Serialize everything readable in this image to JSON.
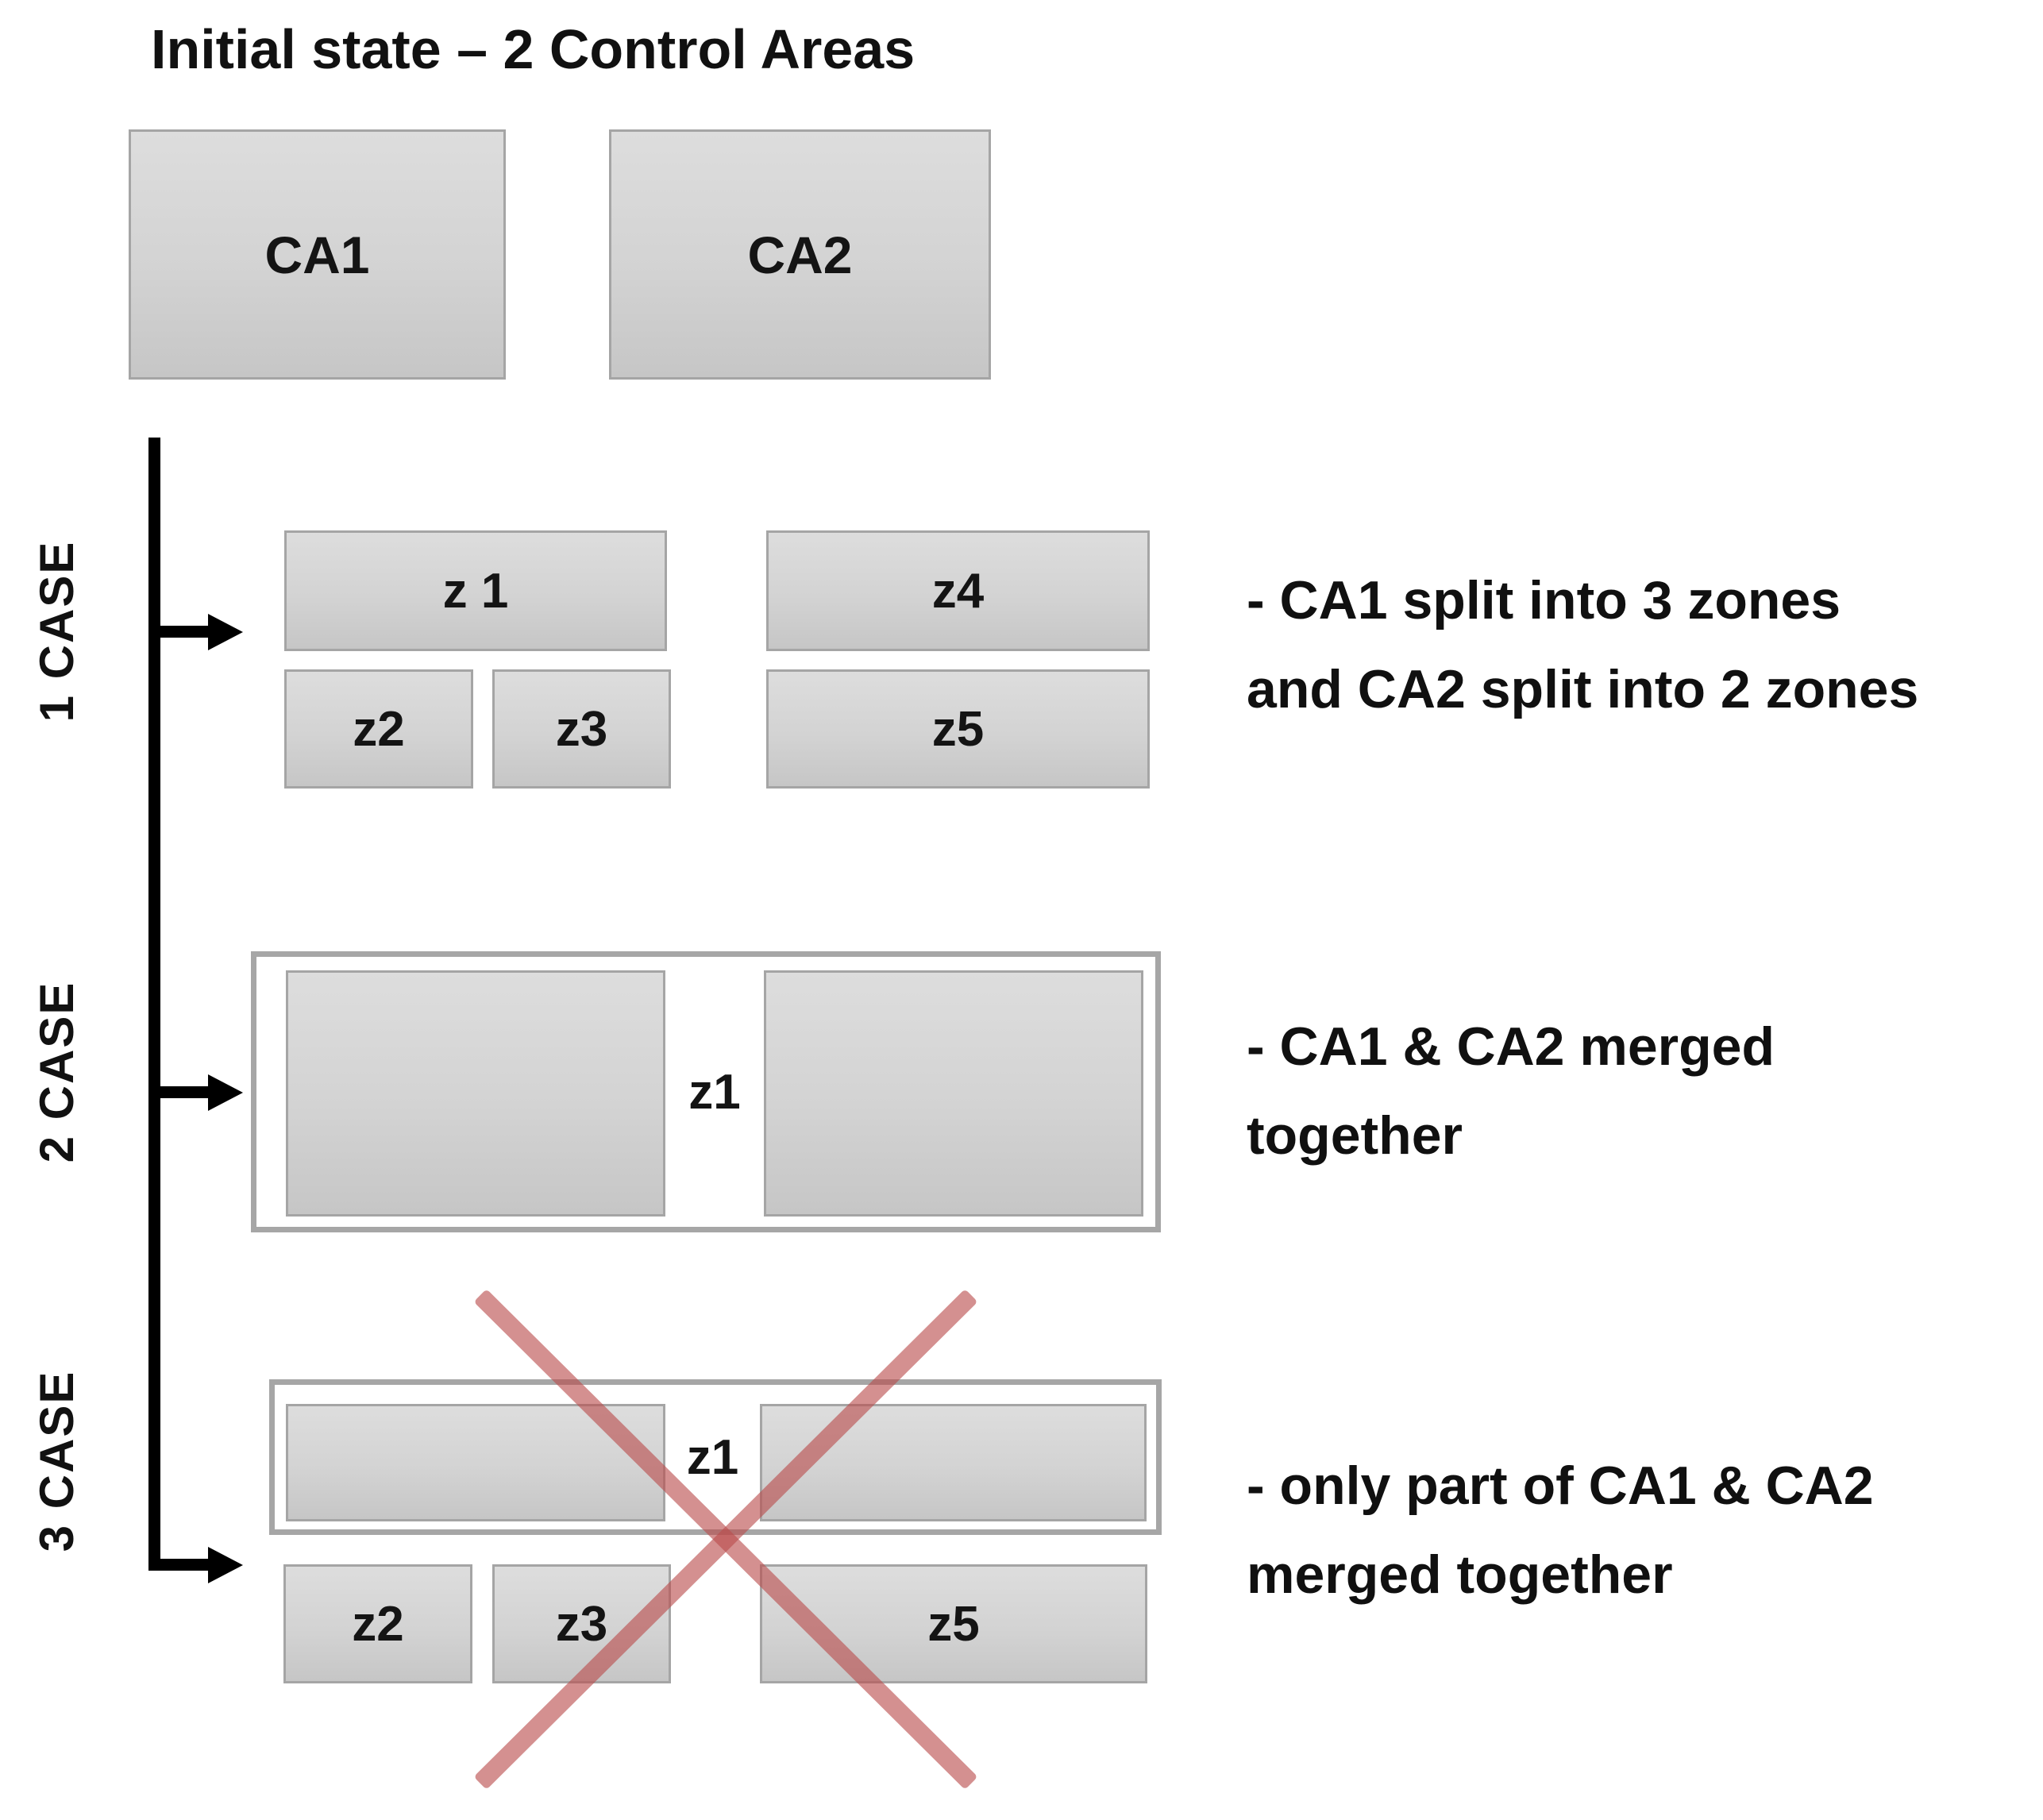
{
  "title": "Initial state – 2 Control Areas",
  "colors": {
    "box_fill_top": "#dddddd",
    "box_fill_bottom": "#c6c6c6",
    "box_border": "#a5a5a5",
    "merge_frame_border": "#a6a6a6",
    "timeline": "#000000",
    "cross_red": "#ba4c4c",
    "text": "#111111"
  },
  "initial_state": {
    "areas": [
      {
        "label": "CA1"
      },
      {
        "label": "CA2"
      }
    ]
  },
  "cases": [
    {
      "label": "1 CASE",
      "zones": [
        {
          "label": "z 1"
        },
        {
          "label": "z2"
        },
        {
          "label": "z3"
        },
        {
          "label": "z4"
        },
        {
          "label": "z5"
        }
      ],
      "note": {
        "line1": "- CA1 split into 3 zones",
        "line2": "and CA2 split into 2 zones"
      }
    },
    {
      "label": "2 CASE",
      "zones": [
        {
          "label": "z1"
        }
      ],
      "note": {
        "line1": "- CA1 & CA2 merged",
        "line2": "together"
      }
    },
    {
      "label": "3 CASE",
      "zones": [
        {
          "label": "z1"
        },
        {
          "label": "z2"
        },
        {
          "label": "z3"
        },
        {
          "label": "z5"
        }
      ],
      "note": {
        "line1": "- only part of CA1 & CA2",
        "line2": "merged together"
      }
    }
  ]
}
